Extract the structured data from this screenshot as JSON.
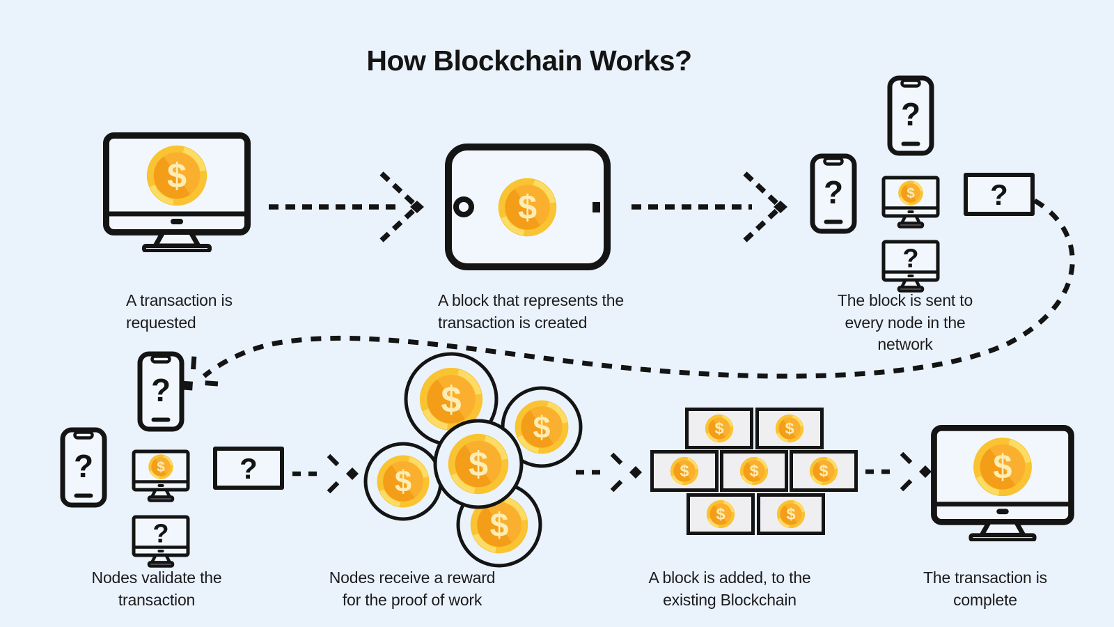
{
  "title": "How Blockchain Works?",
  "glyphs": {
    "dollar": "$",
    "question": "?"
  },
  "colors": {
    "bg": "#eaf2fb",
    "ink": "#141414",
    "text": "#1c1c1e",
    "screen": "#f2f7fd",
    "brick": "#efeff1",
    "coinOuter": "#f9c331",
    "coinShine": "#fddc66",
    "coinInnerDark": "#f49d18",
    "coinInnerLight": "#faaf2e",
    "coinSymbol": "#fcedb4"
  },
  "steps": [
    {
      "name": "transaction-requested",
      "caption_lines": [
        "A transaction is",
        "requested"
      ]
    },
    {
      "name": "block-created",
      "caption_lines": [
        "A block that represents the",
        "transaction is created"
      ]
    },
    {
      "name": "block-sent",
      "caption_lines": [
        "The block is sent to",
        "every node in the",
        "network"
      ]
    },
    {
      "name": "nodes-validate",
      "caption_lines": [
        "Nodes validate the",
        "transaction"
      ]
    },
    {
      "name": "nodes-reward",
      "caption_lines": [
        "Nodes receive a reward",
        "for the proof of work"
      ]
    },
    {
      "name": "block-added",
      "caption_lines": [
        "A block is added, to the",
        "existing Blockchain"
      ]
    },
    {
      "name": "transaction-complete",
      "caption_lines": [
        "The transaction is",
        "complete"
      ]
    }
  ]
}
